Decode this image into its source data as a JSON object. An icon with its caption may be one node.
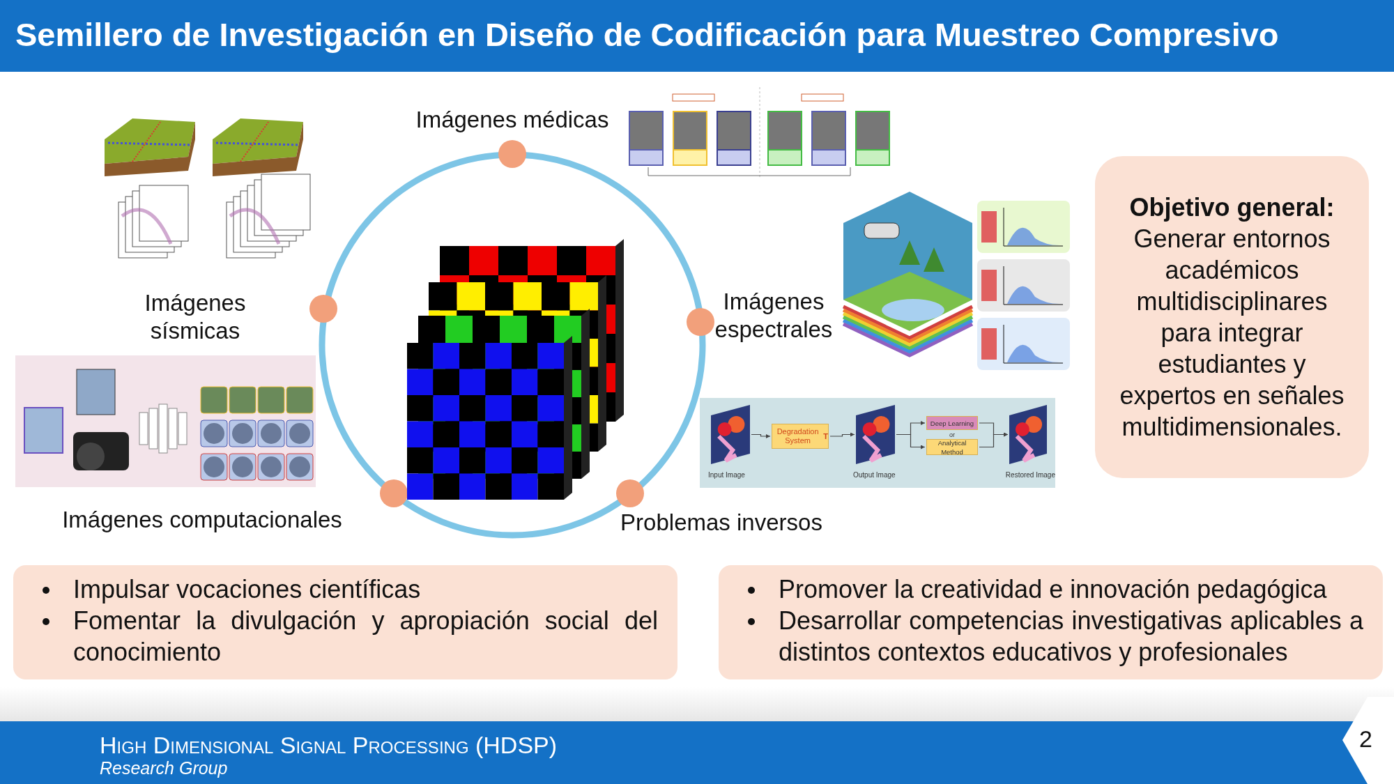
{
  "diagram": {
    "title": "Semillero de Investigación en Diseño de Codificación para Muestreo Compresivo",
    "nodes": [
      {
        "text": [
          "Objetivo general:",
          "Generar entornos académicos multidisciplinares para integrar estudiantes y expertos en señales multidimensionales."
        ]
      },
      {
        "text": [
          "Impulsar vocaciones científicas",
          "Fomentar la divulgación y apropiación social del conocimiento"
        ]
      },
      {
        "text": [
          "Promover la creatividad e innovación pedagógica",
          "Desarrollar competencias investigativas aplicables a distintos contextos educativos y profesionales"
        ]
      },
      {
        "text": [],
        "shape": "box"
      },
      {
        "text": [],
        "shape": "picture",
        "in": 3,
        "beside": [
          "Input Image"
        ]
      },
      {
        "text": [
          "Degradation System **T**"
        ],
        "in": 3
      },
      {
        "text": [],
        "shape": "picture",
        "in": 3,
        "beside": [
          "Output Image"
        ]
      },
      {
        "text": [
          "Deep Learning"
        ],
        "in": 3
      },
      {
        "text": [
          "Analytical Method"
        ],
        "in": 3
      },
      {
        "text": [],
        "shape": "picture",
        "in": 3,
        "beside": [
          "Restored Image"
        ]
      }
    ],
    "edges": [
      {
        "from": 4,
        "to": 5,
        "arrow": "to"
      },
      {
        "from": 5,
        "to": 6,
        "arrow": "to"
      },
      {
        "from": 6,
        "to": 7,
        "arrow": "to"
      },
      {
        "from": 6,
        "to": 8,
        "arrow": "to"
      },
      {
        "from": 7,
        "to": 9,
        "arrow": "to"
      },
      {
        "from": 8,
        "to": 9,
        "arrow": "to"
      }
    ],
    "labels": [
      "Imágenes médicas",
      "Imágenes sísmicas",
      "Imágenes espectrales",
      "Imágenes computacionales",
      "Problemas inversos",
      "or",
      "High Dimensional Signal Processing (HDSP)",
      "Research Group",
      "2"
    ]
  }
}
